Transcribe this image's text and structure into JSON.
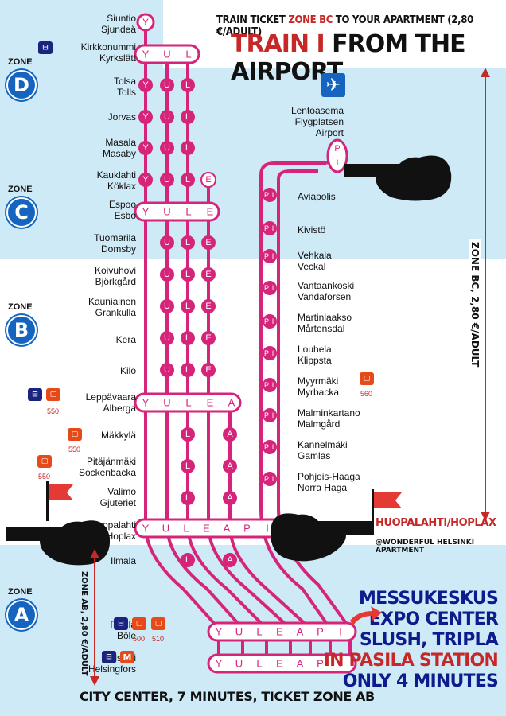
{
  "header": {
    "line1_prefix": "TRAIN TICKET ",
    "line1_zone": "ZONE BC",
    "line1_suffix": " TO YOUR APARTMENT (2,80 €/ADULT)",
    "line2_red": "TRAIN I",
    "line2_black": " FROM THE AIRPORT"
  },
  "zones": [
    {
      "label": "ZONE",
      "letter": "D"
    },
    {
      "label": "ZONE",
      "letter": "C"
    },
    {
      "label": "ZONE",
      "letter": "B"
    },
    {
      "label": "ZONE",
      "letter": "A"
    }
  ],
  "colors": {
    "line": "#d6247a",
    "zone_bg": "#cfeaf7",
    "accent_red": "#c62828",
    "navy": "#0d1b8c"
  },
  "stations_left": [
    {
      "name": "Siuntio\nSjundeå"
    },
    {
      "name": "Kirkkonummi\nKyrkslätt"
    },
    {
      "name": "Tolsa\nTolls"
    },
    {
      "name": "Jorvas"
    },
    {
      "name": "Masala\nMasaby"
    },
    {
      "name": "Kauklahti\nKöklax"
    },
    {
      "name": "Espoo\nEsbo"
    },
    {
      "name": "Tuomarila\nDomsby"
    },
    {
      "name": "Koivuhovi\nBjörkgård"
    },
    {
      "name": "Kauniainen\nGrankulla"
    },
    {
      "name": "Kera"
    },
    {
      "name": "Kilo"
    },
    {
      "name": "Leppävaara\nAlberga"
    },
    {
      "name": "Mäkkylä"
    },
    {
      "name": "Pitäjänmäki\nSockenbacka"
    },
    {
      "name": "Valimo\nGjuteriet"
    },
    {
      "name": "Huopalahti\nHoplax"
    },
    {
      "name": "Ilmala"
    },
    {
      "name": "Pasila\nBöle"
    },
    {
      "name": "Helsinki\nHelsingfors"
    }
  ],
  "stations_right": [
    {
      "name": "Lentoasema\nFlygplatsen\nAirport"
    },
    {
      "name": "Aviapolis"
    },
    {
      "name": "Kivistö"
    },
    {
      "name": "Vehkala\nVeckal"
    },
    {
      "name": "Vantaankoski\nVandaforsen"
    },
    {
      "name": "Martinlaakso\nMårtensdal"
    },
    {
      "name": "Louhela\nKlippsta"
    },
    {
      "name": "Myyrmäki\nMyrbacka"
    },
    {
      "name": "Malminkartano\nMalmgård"
    },
    {
      "name": "Kannelmäki\nGamlas"
    },
    {
      "name": "Pohjois-Haaga\nNorra Haga"
    }
  ],
  "line_letters": {
    "kirkkonummi": "Y U L",
    "espoo": "Y U L E",
    "leppavaara": "Y U L E A",
    "huopalahti": "Y U L E A P I",
    "pasila": "Y U L E A P I",
    "helsinki": "Y U L E A P I",
    "siuntio": "Y",
    "airport": "P I",
    "loop": "P I"
  },
  "bus_numbers": {
    "leppavaara": "550",
    "makkyla": "550",
    "pitajanmaki": "550",
    "myyrmaki": "560",
    "pasila_a": "500",
    "pasila_b": "510"
  },
  "icons": {
    "train": "train-icon",
    "bus": "bus-icon",
    "metro": "M",
    "plane": "plane-icon",
    "flag": "flag-icon",
    "hand": "pointing-hand-icon"
  },
  "right_vertical": "ZONE BC, 2,80 €/ADULT",
  "left_vertical": "ZONE AB, 2,80 €/ADULT",
  "huopalahti_label": "HUOPALAHTI/HOPLAX",
  "apartment_label": "@WONDERFUL HELSINKI APARTMENT",
  "expo": {
    "line1": "MESSUKESKUS",
    "line2": "EXPO CENTER",
    "line3": "SLUSH, TRIPLA",
    "line4": "IN PASILA STATION",
    "line5": "ONLY 4 MINUTES"
  },
  "bottom": "CITY CENTER, 7 MINUTES, TICKET ZONE AB"
}
